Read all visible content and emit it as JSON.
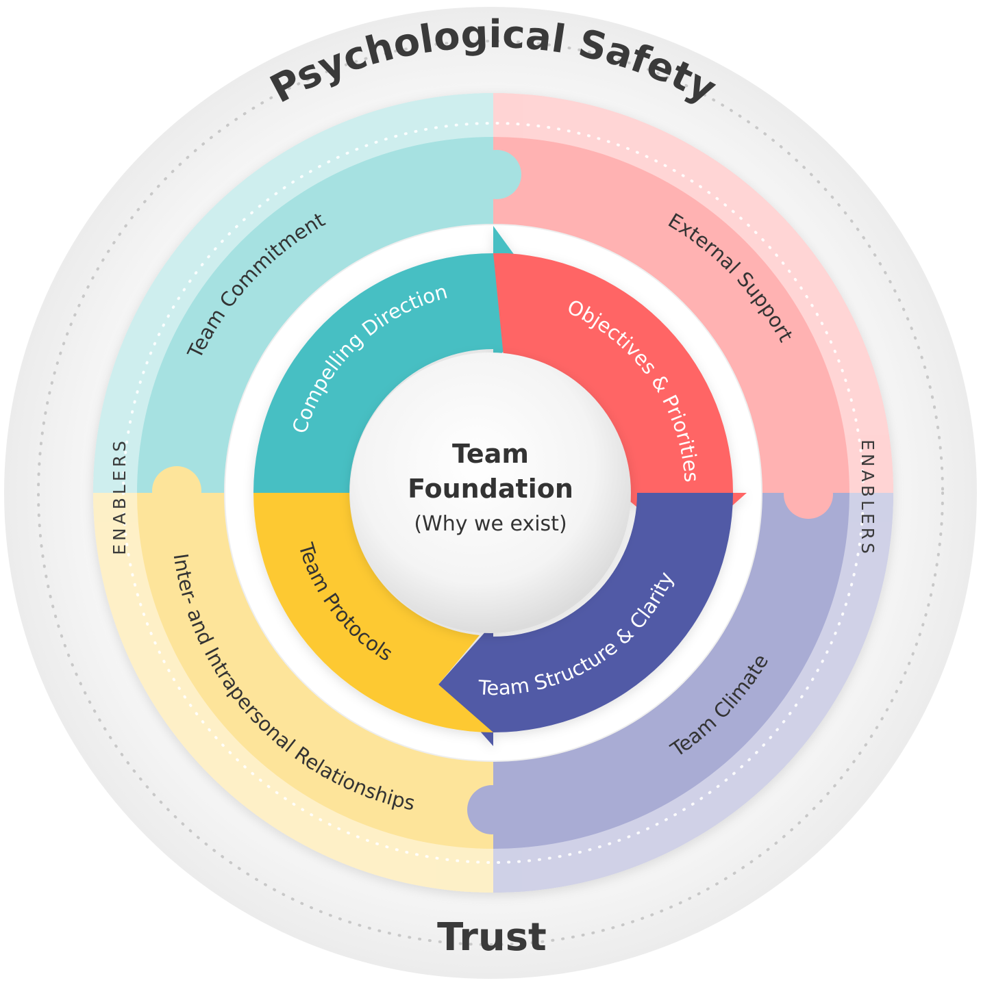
{
  "outer_labels": {
    "top": "Psychological Safety",
    "bottom": "Trust"
  },
  "enablers": {
    "left": "ENABLERS",
    "right": "ENABLERS"
  },
  "outer_ring": [
    {
      "label": "Team Commitment",
      "color": "#a6e1e1"
    },
    {
      "label": "External Support",
      "color": "#ffb2b2"
    },
    {
      "label": "Team Climate",
      "color": "#a9acd4"
    },
    {
      "label": "Inter- and Intrapersonal Relationships",
      "color": "#fde49a"
    }
  ],
  "inner_ring": [
    {
      "label": "Compelling Direction",
      "color": "#47bfc3"
    },
    {
      "label": "Objectives & Priorities",
      "color": "#ff6565"
    },
    {
      "label": "Team Structure & Clarity",
      "color": "#515aa6"
    },
    {
      "label": "Team Protocols",
      "color": "#fdc932"
    }
  ],
  "center": {
    "title_line1": "Team",
    "title_line2": "Foundation",
    "subtitle": "(Why we exist)"
  }
}
